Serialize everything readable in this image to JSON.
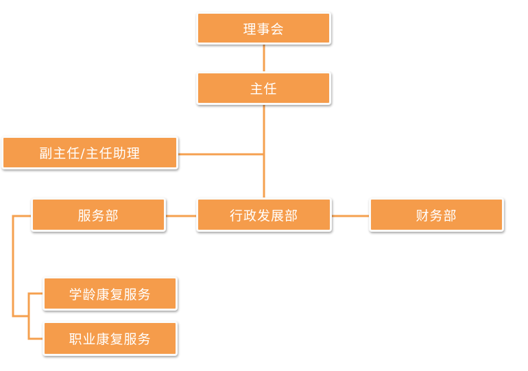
{
  "diagram": {
    "colors": {
      "box_fill": "#f59c4b",
      "connector": "#f5a04f",
      "text": "#ffffff"
    },
    "nodes": {
      "board": "理事会",
      "director": "主任",
      "deputy": "副主任/主任助理",
      "admin": "行政发展部",
      "service": "服务部",
      "finance": "财务部",
      "school_age": "学龄康复服务",
      "vocational": "职业康复服务"
    }
  }
}
